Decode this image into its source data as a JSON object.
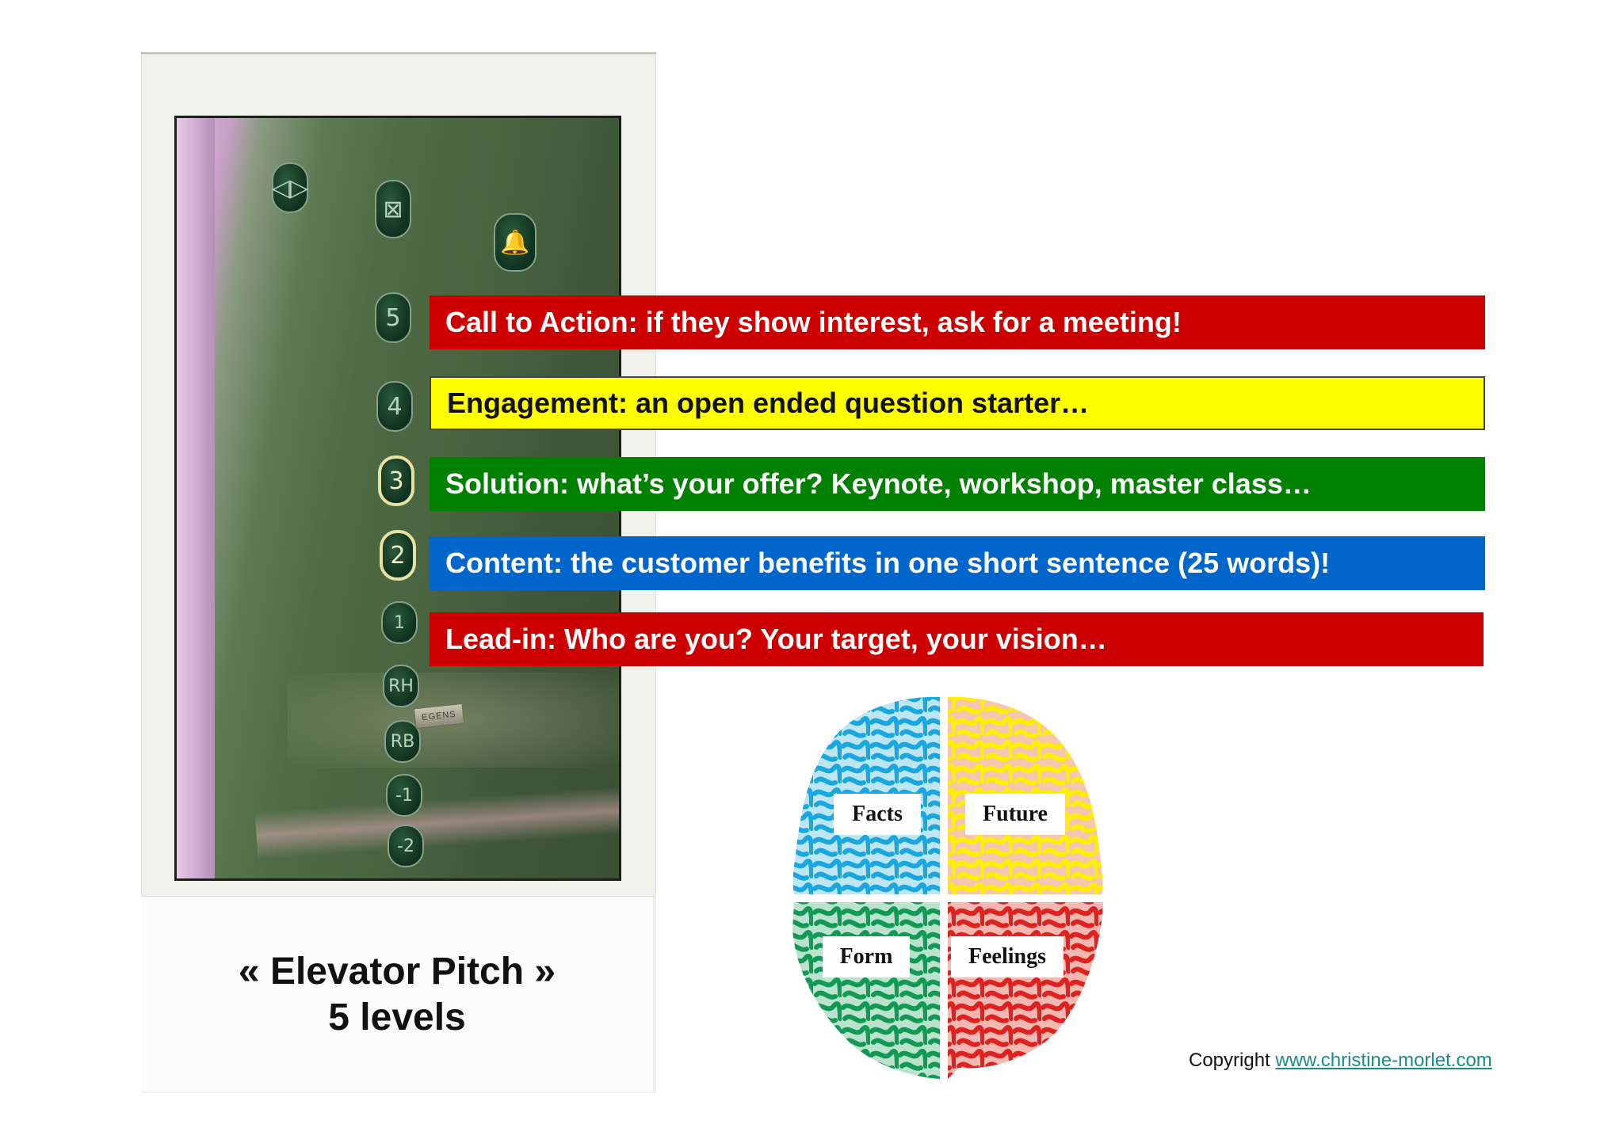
{
  "photo": {
    "caption_line1": "« Elevator Pitch »",
    "caption_line2": "5 levels",
    "elevator_buttons": [
      "5",
      "4",
      "3",
      "2",
      "1",
      "RH",
      "RB",
      "-1",
      "-2"
    ],
    "door_icon": "◁▷",
    "bell_icon": "🔔",
    "alarm_icon": "⊠",
    "plaque_text": "EGENS"
  },
  "levels": [
    {
      "label": "Call to Action: if they show interest, ask for a meeting!",
      "color": "#cc0000"
    },
    {
      "label": "Engagement: an open ended question starter…",
      "color": "#ffff00"
    },
    {
      "label": "Solution: what’s your offer? Keynote, workshop, master class…",
      "color": "#008000"
    },
    {
      "label": "Content: the customer benefits in one short sentence (25 words)!",
      "color": "#0066cc"
    },
    {
      "label": "Lead-in: Who are you? Your target, your vision…",
      "color": "#cc0000"
    }
  ],
  "brain": {
    "quadrants": [
      {
        "label": "Facts",
        "color": "#22aadd"
      },
      {
        "label": "Future",
        "color": "#ffee00"
      },
      {
        "label": "Form",
        "color": "#119955"
      },
      {
        "label": "Feelings",
        "color": "#dd2222"
      }
    ]
  },
  "copyright": {
    "prefix": "Copyright",
    "link_text": "www.christine-morlet.com"
  }
}
